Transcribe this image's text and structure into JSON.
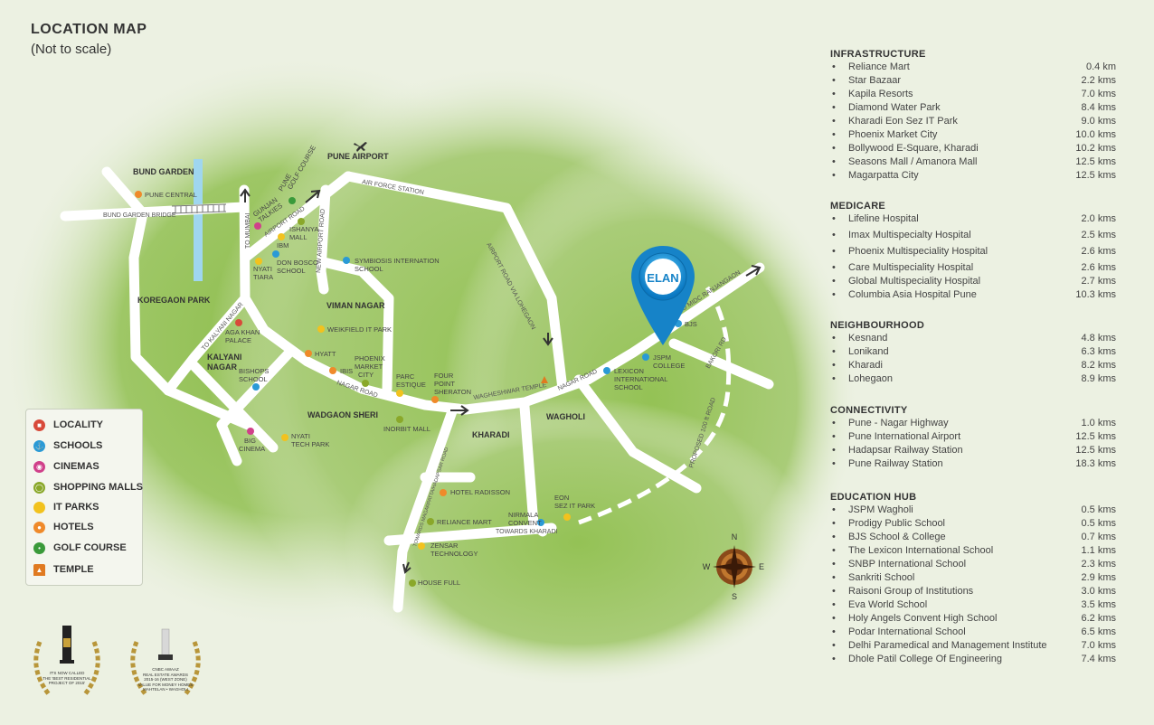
{
  "header": {
    "title": "LOCATION MAP",
    "subtitle": "(Not to scale)"
  },
  "project": {
    "pin_label": "ELAN"
  },
  "map": {
    "areas": {
      "bund_garden": "BUND GARDEN",
      "pune_airport": "PUNE AIRPORT",
      "koregaon_park": "KOREGAON PARK",
      "viman_nagar": "VIMAN NAGAR",
      "kalyani_nagar_1": "KALYANI",
      "kalyani_nagar_2": "NAGAR",
      "wadgaon_sheri": "WADGAON SHERI",
      "kharadi": "KHARADI",
      "wagholi": "WAGHOLI"
    },
    "roads": {
      "bund_garden_bridge": "BUND GARDEN BRIDGE",
      "to_mumbai": "TO MUMBAI",
      "airport_road": "AIRPORT ROAD",
      "new_airport_road": "NEW AIRPORT ROAD",
      "air_force_station": "AIR FORCE STATION",
      "airport_road_wagholi": "AIRPORT ROAD VIA LOHEGAON",
      "to_kalyani_nagar": "TO KALYANI NAGAR",
      "nagar_road_1": "NAGAR ROAD",
      "nagar_road_2": "NAGAR ROAD",
      "wagheshwar_temple": "WAGHESHWAR TEMPLE",
      "to_midc": "TO MIDC RANJANGAON",
      "bakori_rd": "BAKORI RD",
      "proposed_road": "PROPOSED 100 ft ROAD",
      "towards_hadapsar": "TOWARDS MAGARPATTA/HADAPSAR ROAD",
      "towards_kharadi": "TOWARDS KHARADI"
    },
    "places": {
      "pune_central": "PUNE CENTRAL",
      "gunjan_1": "GUNJAN",
      "gunjan_2": "TALKIES",
      "pune_golf_1": "PUNE",
      "pune_golf_2": "GOLF COURSE",
      "ishanya_1": "ISHANYA",
      "ishanya_2": "MALL",
      "ibm": "IBM",
      "don_bosco_1": "DON BOSCO",
      "don_bosco_2": "SCHOOL",
      "nyati_tiara_1": "NYATI",
      "nyati_tiara_2": "TIARA",
      "symbiosis_1": "SYMBIOSIS INTERNATION",
      "symbiosis_2": "SCHOOL",
      "aga_khan_1": "AGA KHAN",
      "aga_khan_2": "PALACE",
      "weikfield": "WEIKFIELD IT PARK",
      "hyatt": "HYATT",
      "ibis": "IBIS",
      "phoenix_1": "PHOENIX",
      "phoenix_2": "MARKET",
      "phoenix_3": "CITY",
      "parc_1": "PARC",
      "parc_2": "ESTIQUE",
      "four_point_1": "FOUR",
      "four_point_2": "POINT",
      "four_point_3": "SHERATON",
      "bishops_1": "BISHOPS",
      "bishops_2": "SCHOOL",
      "big_cinema_1": "BIG",
      "big_cinema_2": "CINEMA",
      "nyati_tech_1": "NYATI",
      "nyati_tech_2": "TECH PARK",
      "inorbit": "INORBIT MALL",
      "hotel_radisson": "HOTEL RADISSON",
      "reliance_mart": "RELIANCE MART",
      "zensar_1": "ZENSAR",
      "zensar_2": "TECHNOLOGY",
      "house_full": "HOUSE FULL",
      "nirmala_1": "NIRMALA",
      "nirmala_2": "CONVENT",
      "eon_1": "EON",
      "eon_2": "SEZ IT PARK",
      "bjs": "BJS",
      "jspm_1": "JSPM",
      "jspm_2": "COLLEGE",
      "lexicon_1": "LEXICON",
      "lexicon_2": "INTERNATIONAL",
      "lexicon_3": "SCHOOL"
    },
    "compass": {
      "n": "N",
      "s": "S",
      "e": "E",
      "w": "W"
    }
  },
  "legend": [
    {
      "label": "LOCALITY",
      "color": "#d84a3a",
      "icon": "locality-icon"
    },
    {
      "label": "SCHOOLS",
      "color": "#2a9ad6",
      "icon": "school-icon"
    },
    {
      "label": "CINEMAS",
      "color": "#d0408a",
      "icon": "cinema-icon"
    },
    {
      "label": "SHOPPING MALLS",
      "color": "#8aa82a",
      "icon": "shopping-icon"
    },
    {
      "label": "IT PARKS",
      "color": "#f2c21e",
      "icon": "it-park-icon"
    },
    {
      "label": "HOTELS",
      "color": "#ef8a2a",
      "icon": "hotel-icon"
    },
    {
      "label": "GOLF COURSE",
      "color": "#3a9a3a",
      "icon": "golf-icon"
    },
    {
      "label": "TEMPLE",
      "color": "#e07a20",
      "icon": "temple-icon"
    }
  ],
  "distances": [
    {
      "heading": "INFRASTRUCTURE",
      "items": [
        {
          "name": "Reliance Mart",
          "dist": "0.4 km"
        },
        {
          "name": "Star Bazaar",
          "dist": "2.2 kms"
        },
        {
          "name": "Kapila Resorts",
          "dist": "7.0 kms"
        },
        {
          "name": "Diamond Water Park",
          "dist": "8.4 kms"
        },
        {
          "name": "Kharadi Eon Sez IT Park",
          "dist": "9.0 kms"
        },
        {
          "name": "Phoenix Market City",
          "dist": "10.0 kms"
        },
        {
          "name": "Bollywood E-Square, Kharadi",
          "dist": "10.2 kms"
        },
        {
          "name": "Seasons Mall / Amanora Mall",
          "dist": "12.5 kms"
        },
        {
          "name": "Magarpatta City",
          "dist": "12.5 kms"
        }
      ]
    },
    {
      "heading": "MEDICARE",
      "items": [
        {
          "name": "Lifeline Hospital",
          "dist": "2.0 kms"
        },
        {
          "name": "Imax Multispecialty Hospital",
          "dist": "2.5 kms"
        },
        {
          "name": "Phoenix Multispeciality Hospital",
          "dist": "2.6 kms"
        },
        {
          "name": "Care Multispeciality Hospital",
          "dist": "2.6 kms"
        },
        {
          "name": "Global Multispeciality Hospital",
          "dist": "2.7 kms"
        },
        {
          "name": "Columbia Asia Hospital Pune",
          "dist": "10.3 kms"
        }
      ]
    },
    {
      "heading": "NEIGHBOURHOOD",
      "items": [
        {
          "name": "Kesnand",
          "dist": "4.8 kms"
        },
        {
          "name": "Lonikand",
          "dist": "6.3 kms"
        },
        {
          "name": "Kharadi",
          "dist": "8.2 kms"
        },
        {
          "name": "Lohegaon",
          "dist": "8.9 kms"
        }
      ]
    },
    {
      "heading": "CONNECTIVITY",
      "items": [
        {
          "name": "Pune - Nagar Highway",
          "dist": "1.0 kms"
        },
        {
          "name": "Pune International Airport",
          "dist": "12.5 kms"
        },
        {
          "name": "Hadapsar Railway Station",
          "dist": "12.5 kms"
        },
        {
          "name": "Pune Railway Station",
          "dist": "18.3 kms"
        }
      ]
    },
    {
      "heading": "EDUCATION HUB",
      "items": [
        {
          "name": "JSPM Wagholi",
          "dist": "0.5 kms"
        },
        {
          "name": "Prodigy Public School",
          "dist": "0.5 kms"
        },
        {
          "name": "BJS School & College",
          "dist": "0.7 kms"
        },
        {
          "name": "The Lexicon International School",
          "dist": "1.1 kms"
        },
        {
          "name": "SNBP International School",
          "dist": "2.3 kms"
        },
        {
          "name": "Sankriti School",
          "dist": "2.9 kms"
        },
        {
          "name": "Raisoni Group of Institutions",
          "dist": "3.0 kms"
        },
        {
          "name": "Eva World School",
          "dist": "3.5 kms"
        },
        {
          "name": "Holy Angels Convent High School",
          "dist": "6.2 kms"
        },
        {
          "name": "Podar International School",
          "dist": "6.5 kms"
        },
        {
          "name": "Delhi Paramedical and Management Institute",
          "dist": "7.0 kms"
        },
        {
          "name": "Dhole Patil College Of Engineering",
          "dist": "7.4 kms"
        }
      ]
    }
  ],
  "awards": {
    "left_1": "IT'S NOW CALLED",
    "left_2": "THE 'BEST RESIDENTIAL",
    "left_3": "PROJECT OF 2015'",
    "right_1": "CNBC AWAAZ",
    "right_2": "REAL ESTATE AWARDS",
    "right_3": "2015-16 (WEST ZONE)",
    "right_4": "VALUE FOR MONEY HOMES",
    "right_5": "MAHTELAN • WAGHOLI"
  }
}
